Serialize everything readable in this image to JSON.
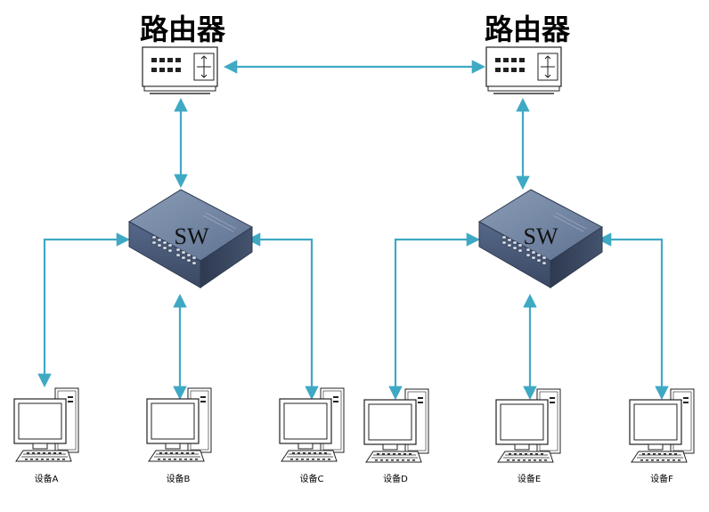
{
  "routers": [
    {
      "id": "router-left",
      "label": "路由器"
    },
    {
      "id": "router-right",
      "label": "路由器"
    }
  ],
  "switches": [
    {
      "id": "switch-left",
      "label": "SW"
    },
    {
      "id": "switch-right",
      "label": "SW"
    }
  ],
  "devices": [
    {
      "id": "device-a",
      "label": "设备A"
    },
    {
      "id": "device-b",
      "label": "设备B"
    },
    {
      "id": "device-c",
      "label": "设备C"
    },
    {
      "id": "device-d",
      "label": "设备D"
    },
    {
      "id": "device-e",
      "label": "设备E"
    },
    {
      "id": "device-f",
      "label": "设备F"
    }
  ],
  "colors": {
    "link": "#3fa9c4",
    "switch_top": "#6e83a1",
    "switch_side": "#3c4b63",
    "switch_front": "#4b5c78"
  }
}
